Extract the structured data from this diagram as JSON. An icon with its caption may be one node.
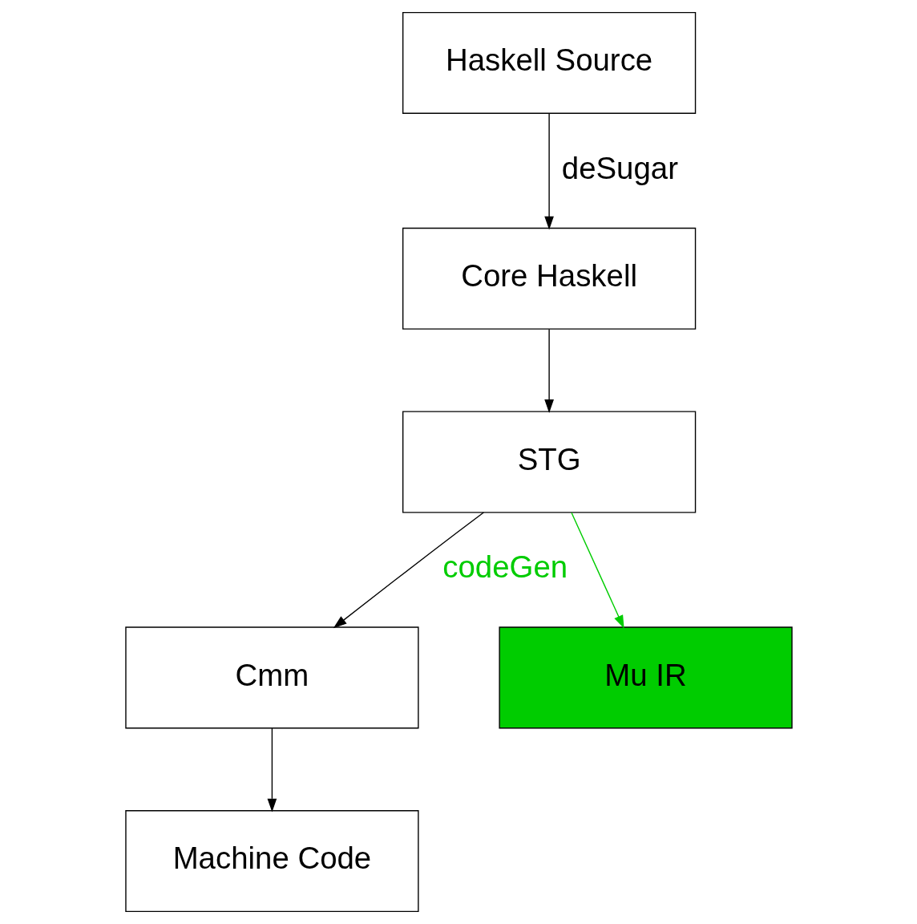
{
  "diagram": {
    "nodes": [
      {
        "text": [
          "Haskell Source"
        ]
      },
      {
        "text": [
          "Core Haskell"
        ]
      },
      {
        "text": [
          "STG"
        ]
      },
      {
        "text": [
          "Cmm"
        ]
      },
      {
        "text": [
          "Mu IR"
        ]
      },
      {
        "text": [
          "Machine Code"
        ]
      }
    ],
    "edges": [
      {
        "from": 0,
        "to": 1,
        "arrow": "to",
        "label": "deSugar"
      },
      {
        "from": 1,
        "to": 2,
        "arrow": "to"
      },
      {
        "from": 2,
        "to": 3,
        "arrow": "to",
        "label": "codeGen"
      },
      {
        "from": 2,
        "to": 4,
        "arrow": "to",
        "color": "#00cc00"
      },
      {
        "from": 3,
        "to": 5,
        "arrow": "to"
      }
    ]
  }
}
